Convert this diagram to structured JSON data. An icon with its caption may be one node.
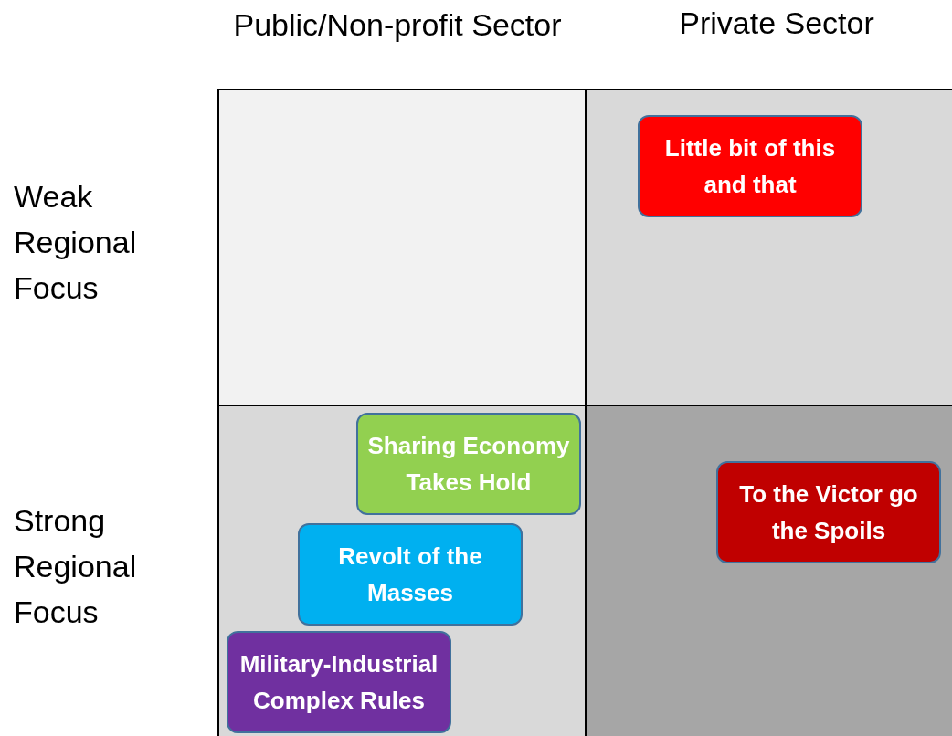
{
  "diagram": {
    "nodes": [
      {
        "text": [],
        "shape": "box"
      },
      {
        "text": [],
        "shape": "box"
      },
      {
        "text": [],
        "shape": "box"
      },
      {
        "text": [],
        "shape": "box"
      },
      {
        "text": [
          "Little bit of this and that"
        ],
        "in": 1
      },
      {
        "text": [
          "Sharing Economy Takes Hold"
        ],
        "in": 2
      },
      {
        "text": [
          "Revolt of the Masses"
        ],
        "in": 2
      },
      {
        "text": [
          "Military-Industrial Complex Rules"
        ],
        "in": 2
      },
      {
        "text": [
          "To the Victor go the Spoils"
        ],
        "in": 3
      }
    ],
    "labels": [
      "Public/Non-profit Sector",
      "Private Sector",
      "Weak Regional Focus",
      "Strong Regional Focus"
    ]
  }
}
